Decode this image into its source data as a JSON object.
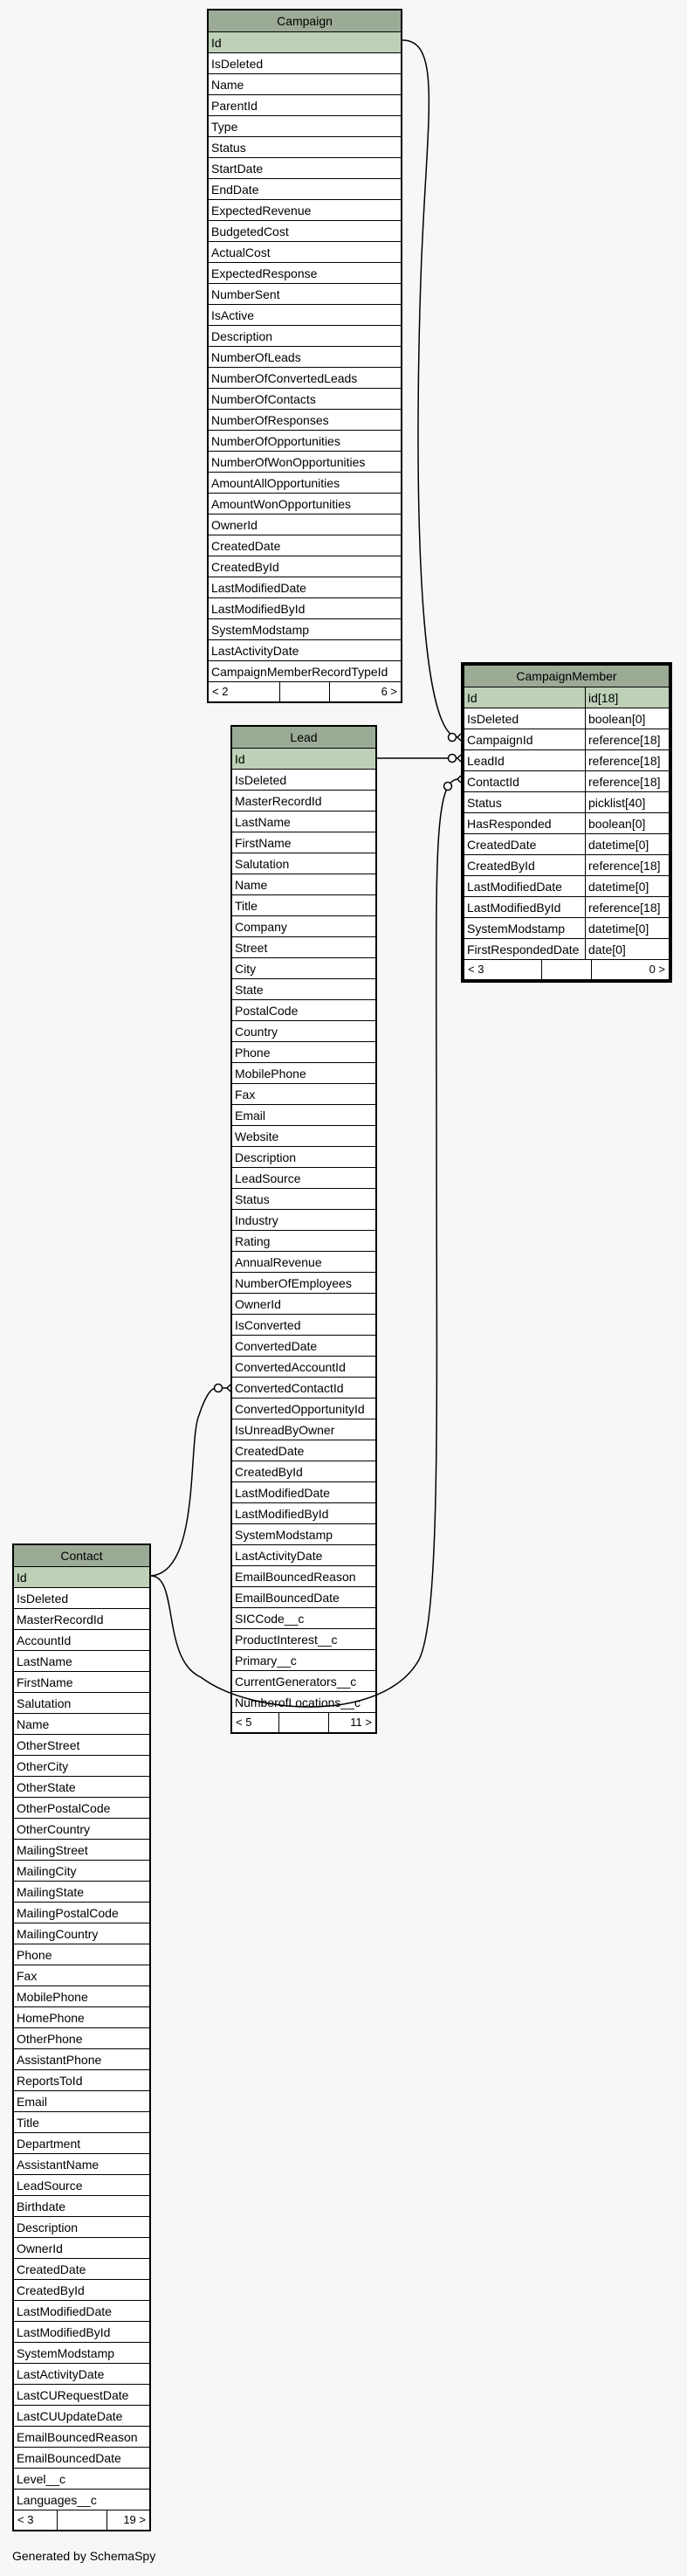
{
  "footer_text": "Generated by SchemaSpy",
  "colors": {
    "header": "#9bab96",
    "primary_key": "#bed1b8",
    "background": "#f7f7f7"
  },
  "tables": {
    "campaign": {
      "name": "Campaign",
      "columns": [
        "Id",
        "IsDeleted",
        "Name",
        "ParentId",
        "Type",
        "Status",
        "StartDate",
        "EndDate",
        "ExpectedRevenue",
        "BudgetedCost",
        "ActualCost",
        "ExpectedResponse",
        "NumberSent",
        "IsActive",
        "Description",
        "NumberOfLeads",
        "NumberOfConvertedLeads",
        "NumberOfContacts",
        "NumberOfResponses",
        "NumberOfOpportunities",
        "NumberOfWonOpportunities",
        "AmountAllOpportunities",
        "AmountWonOpportunities",
        "OwnerId",
        "CreatedDate",
        "CreatedById",
        "LastModifiedDate",
        "LastModifiedById",
        "SystemModstamp",
        "LastActivityDate",
        "CampaignMemberRecordTypeId"
      ],
      "footer_left": "< 2",
      "footer_right": "6 >"
    },
    "campaign_member": {
      "name": "CampaignMember",
      "columns": [
        {
          "name": "Id",
          "type": "id[18]"
        },
        {
          "name": "IsDeleted",
          "type": "boolean[0]"
        },
        {
          "name": "CampaignId",
          "type": "reference[18]"
        },
        {
          "name": "LeadId",
          "type": "reference[18]"
        },
        {
          "name": "ContactId",
          "type": "reference[18]"
        },
        {
          "name": "Status",
          "type": "picklist[40]"
        },
        {
          "name": "HasResponded",
          "type": "boolean[0]"
        },
        {
          "name": "CreatedDate",
          "type": "datetime[0]"
        },
        {
          "name": "CreatedById",
          "type": "reference[18]"
        },
        {
          "name": "LastModifiedDate",
          "type": "datetime[0]"
        },
        {
          "name": "LastModifiedById",
          "type": "reference[18]"
        },
        {
          "name": "SystemModstamp",
          "type": "datetime[0]"
        },
        {
          "name": "FirstRespondedDate",
          "type": "date[0]"
        }
      ],
      "footer_left": "< 3",
      "footer_right": "0 >"
    },
    "lead": {
      "name": "Lead",
      "columns": [
        "Id",
        "IsDeleted",
        "MasterRecordId",
        "LastName",
        "FirstName",
        "Salutation",
        "Name",
        "Title",
        "Company",
        "Street",
        "City",
        "State",
        "PostalCode",
        "Country",
        "Phone",
        "MobilePhone",
        "Fax",
        "Email",
        "Website",
        "Description",
        "LeadSource",
        "Status",
        "Industry",
        "Rating",
        "AnnualRevenue",
        "NumberOfEmployees",
        "OwnerId",
        "IsConverted",
        "ConvertedDate",
        "ConvertedAccountId",
        "ConvertedContactId",
        "ConvertedOpportunityId",
        "IsUnreadByOwner",
        "CreatedDate",
        "CreatedById",
        "LastModifiedDate",
        "LastModifiedById",
        "SystemModstamp",
        "LastActivityDate",
        "EmailBouncedReason",
        "EmailBouncedDate",
        "SICCode__c",
        "ProductInterest__c",
        "Primary__c",
        "CurrentGenerators__c",
        "NumberofLocations__c"
      ],
      "footer_left": "< 5",
      "footer_right": "11 >"
    },
    "contact": {
      "name": "Contact",
      "columns": [
        "Id",
        "IsDeleted",
        "MasterRecordId",
        "AccountId",
        "LastName",
        "FirstName",
        "Salutation",
        "Name",
        "OtherStreet",
        "OtherCity",
        "OtherState",
        "OtherPostalCode",
        "OtherCountry",
        "MailingStreet",
        "MailingCity",
        "MailingState",
        "MailingPostalCode",
        "MailingCountry",
        "Phone",
        "Fax",
        "MobilePhone",
        "HomePhone",
        "OtherPhone",
        "AssistantPhone",
        "ReportsToId",
        "Email",
        "Title",
        "Department",
        "AssistantName",
        "LeadSource",
        "Birthdate",
        "Description",
        "OwnerId",
        "CreatedDate",
        "CreatedById",
        "LastModifiedDate",
        "LastModifiedById",
        "SystemModstamp",
        "LastActivityDate",
        "LastCURequestDate",
        "LastCUUpdateDate",
        "EmailBouncedReason",
        "EmailBouncedDate",
        "Level__c",
        "Languages__c"
      ],
      "footer_left": "< 3",
      "footer_right": "19 >"
    }
  }
}
